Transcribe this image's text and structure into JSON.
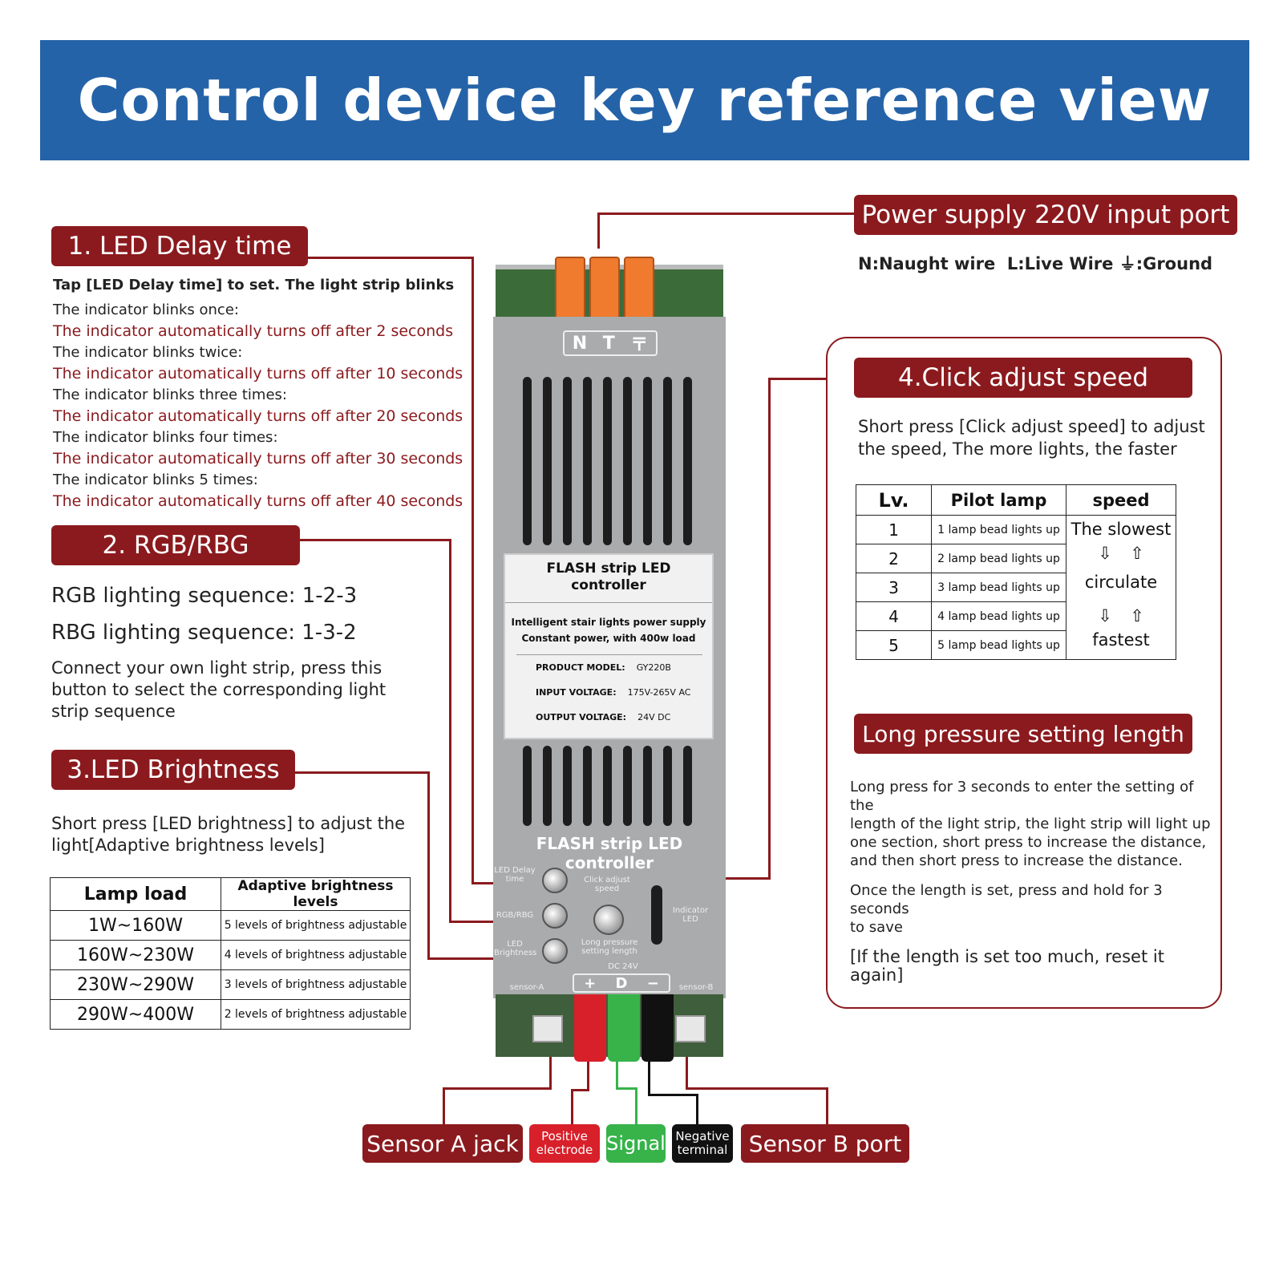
{
  "title": "Control device key reference view",
  "power_port": {
    "label": "Power supply 220V input port",
    "desc": "N:Naught wire  L:Live Wire ⏚:Ground"
  },
  "delay": {
    "label": "1. LED Delay time",
    "intro": "Tap [LED Delay time] to set. The light strip blinks",
    "rows": [
      {
        "cond": "The indicator blinks once:",
        "result": "The indicator automatically turns off after 2 seconds"
      },
      {
        "cond": "The indicator blinks twice:",
        "result": "The indicator automatically turns off after 10 seconds"
      },
      {
        "cond": "The indicator blinks three times:",
        "result": "The indicator automatically turns off after 20 seconds"
      },
      {
        "cond": "The indicator blinks four times:",
        "result": "The indicator automatically turns off after 30 seconds"
      },
      {
        "cond": "The indicator blinks 5 times:",
        "result": "The indicator automatically turns off after 40 seconds"
      }
    ]
  },
  "rgb": {
    "label": "2. RGB/RBG",
    "seq1": "RGB lighting sequence: 1-2-3",
    "seq2": "RBG lighting sequence: 1-3-2",
    "desc_1": "Connect your own light strip, press this",
    "desc_2": "button to select the corresponding light",
    "desc_3": "strip sequence"
  },
  "brightness": {
    "label": "3.LED Brightness",
    "desc_1": "Short press [LED brightness] to adjust the",
    "desc_2": "light[Adaptive brightness levels]",
    "headers": [
      "Lamp load",
      "Adaptive brightness levels"
    ],
    "rows": [
      [
        "1W~160W",
        "5 levels of brightness adjustable"
      ],
      [
        "160W~230W",
        "4 levels of brightness adjustable"
      ],
      [
        "230W~290W",
        "3 levels of brightness adjustable"
      ],
      [
        "290W~400W",
        "2 levels of brightness adjustable"
      ]
    ]
  },
  "speed": {
    "label": "4.Click adjust speed",
    "desc_1": "Short press [Click adjust speed] to adjust",
    "desc_2": "the speed, The more lights, the faster",
    "headers": [
      "Lv.",
      "Pilot lamp",
      "speed"
    ],
    "rows": [
      [
        "1",
        "1 lamp bead lights up"
      ],
      [
        "2",
        "2 lamp bead lights up"
      ],
      [
        "3",
        "3 lamp bead lights up"
      ],
      [
        "4",
        "4 lamp bead lights up"
      ],
      [
        "5",
        "5 lamp bead lights up"
      ]
    ],
    "speed_slowest": "The slowest",
    "speed_circulate": "circulate",
    "speed_fastest": "fastest",
    "arrow_down": "⇩",
    "arrow_up": "⇧"
  },
  "length": {
    "label": "Long pressure setting length",
    "p1_1": "Long press for 3 seconds to enter the setting of the",
    "p1_2": "length of the light strip, the light strip will light up",
    "p1_3": "one section, short press to increase the distance,",
    "p1_4": "and then short press to increase the distance.",
    "p2_1": "Once the length is set, press and hold for 3 seconds",
    "p2_2": "to save",
    "p3": "[If the length is set too much, reset it again]"
  },
  "device": {
    "logo": [
      "N",
      "T",
      "〒"
    ],
    "card_title_1": "FLASH strip LED",
    "card_title_2": "controller",
    "card_sub_1": "Intelligent stair lights power supply",
    "card_sub_2": "Constant power, with 400w load",
    "model_label": "PRODUCT MODEL:",
    "model_value": "GY220B",
    "input_label": "INPUT VOLTAGE:",
    "input_value": "175V-265V AC",
    "output_label": "OUTPUT VOLTAGE:",
    "output_value": "24V DC",
    "body_title": "FLASH strip LED controller",
    "btn_delay": "LED Delay time",
    "btn_rgb": "RGB/RBG",
    "btn_bright": "LED Brightness",
    "btn_click": "Click adjust speed",
    "btn_long": "Long pressure setting length",
    "indicator": "Indicator LED",
    "dc": "DC 24V",
    "plus": "+",
    "d": "D",
    "minus": "−",
    "sensor_a": "sensor-A",
    "sensor_b": "sensor-B"
  },
  "bottom_labels": {
    "sensor_a": "Sensor A jack",
    "positive": "Positive electrode",
    "signal": "Signal",
    "negative": "Negative terminal",
    "sensor_b": "Sensor B port"
  },
  "colors": {
    "banner": "#2563a8",
    "accent": "#8b1a1e",
    "positive": "#d8202a",
    "signal": "#37b34a",
    "negative": "#111111"
  }
}
